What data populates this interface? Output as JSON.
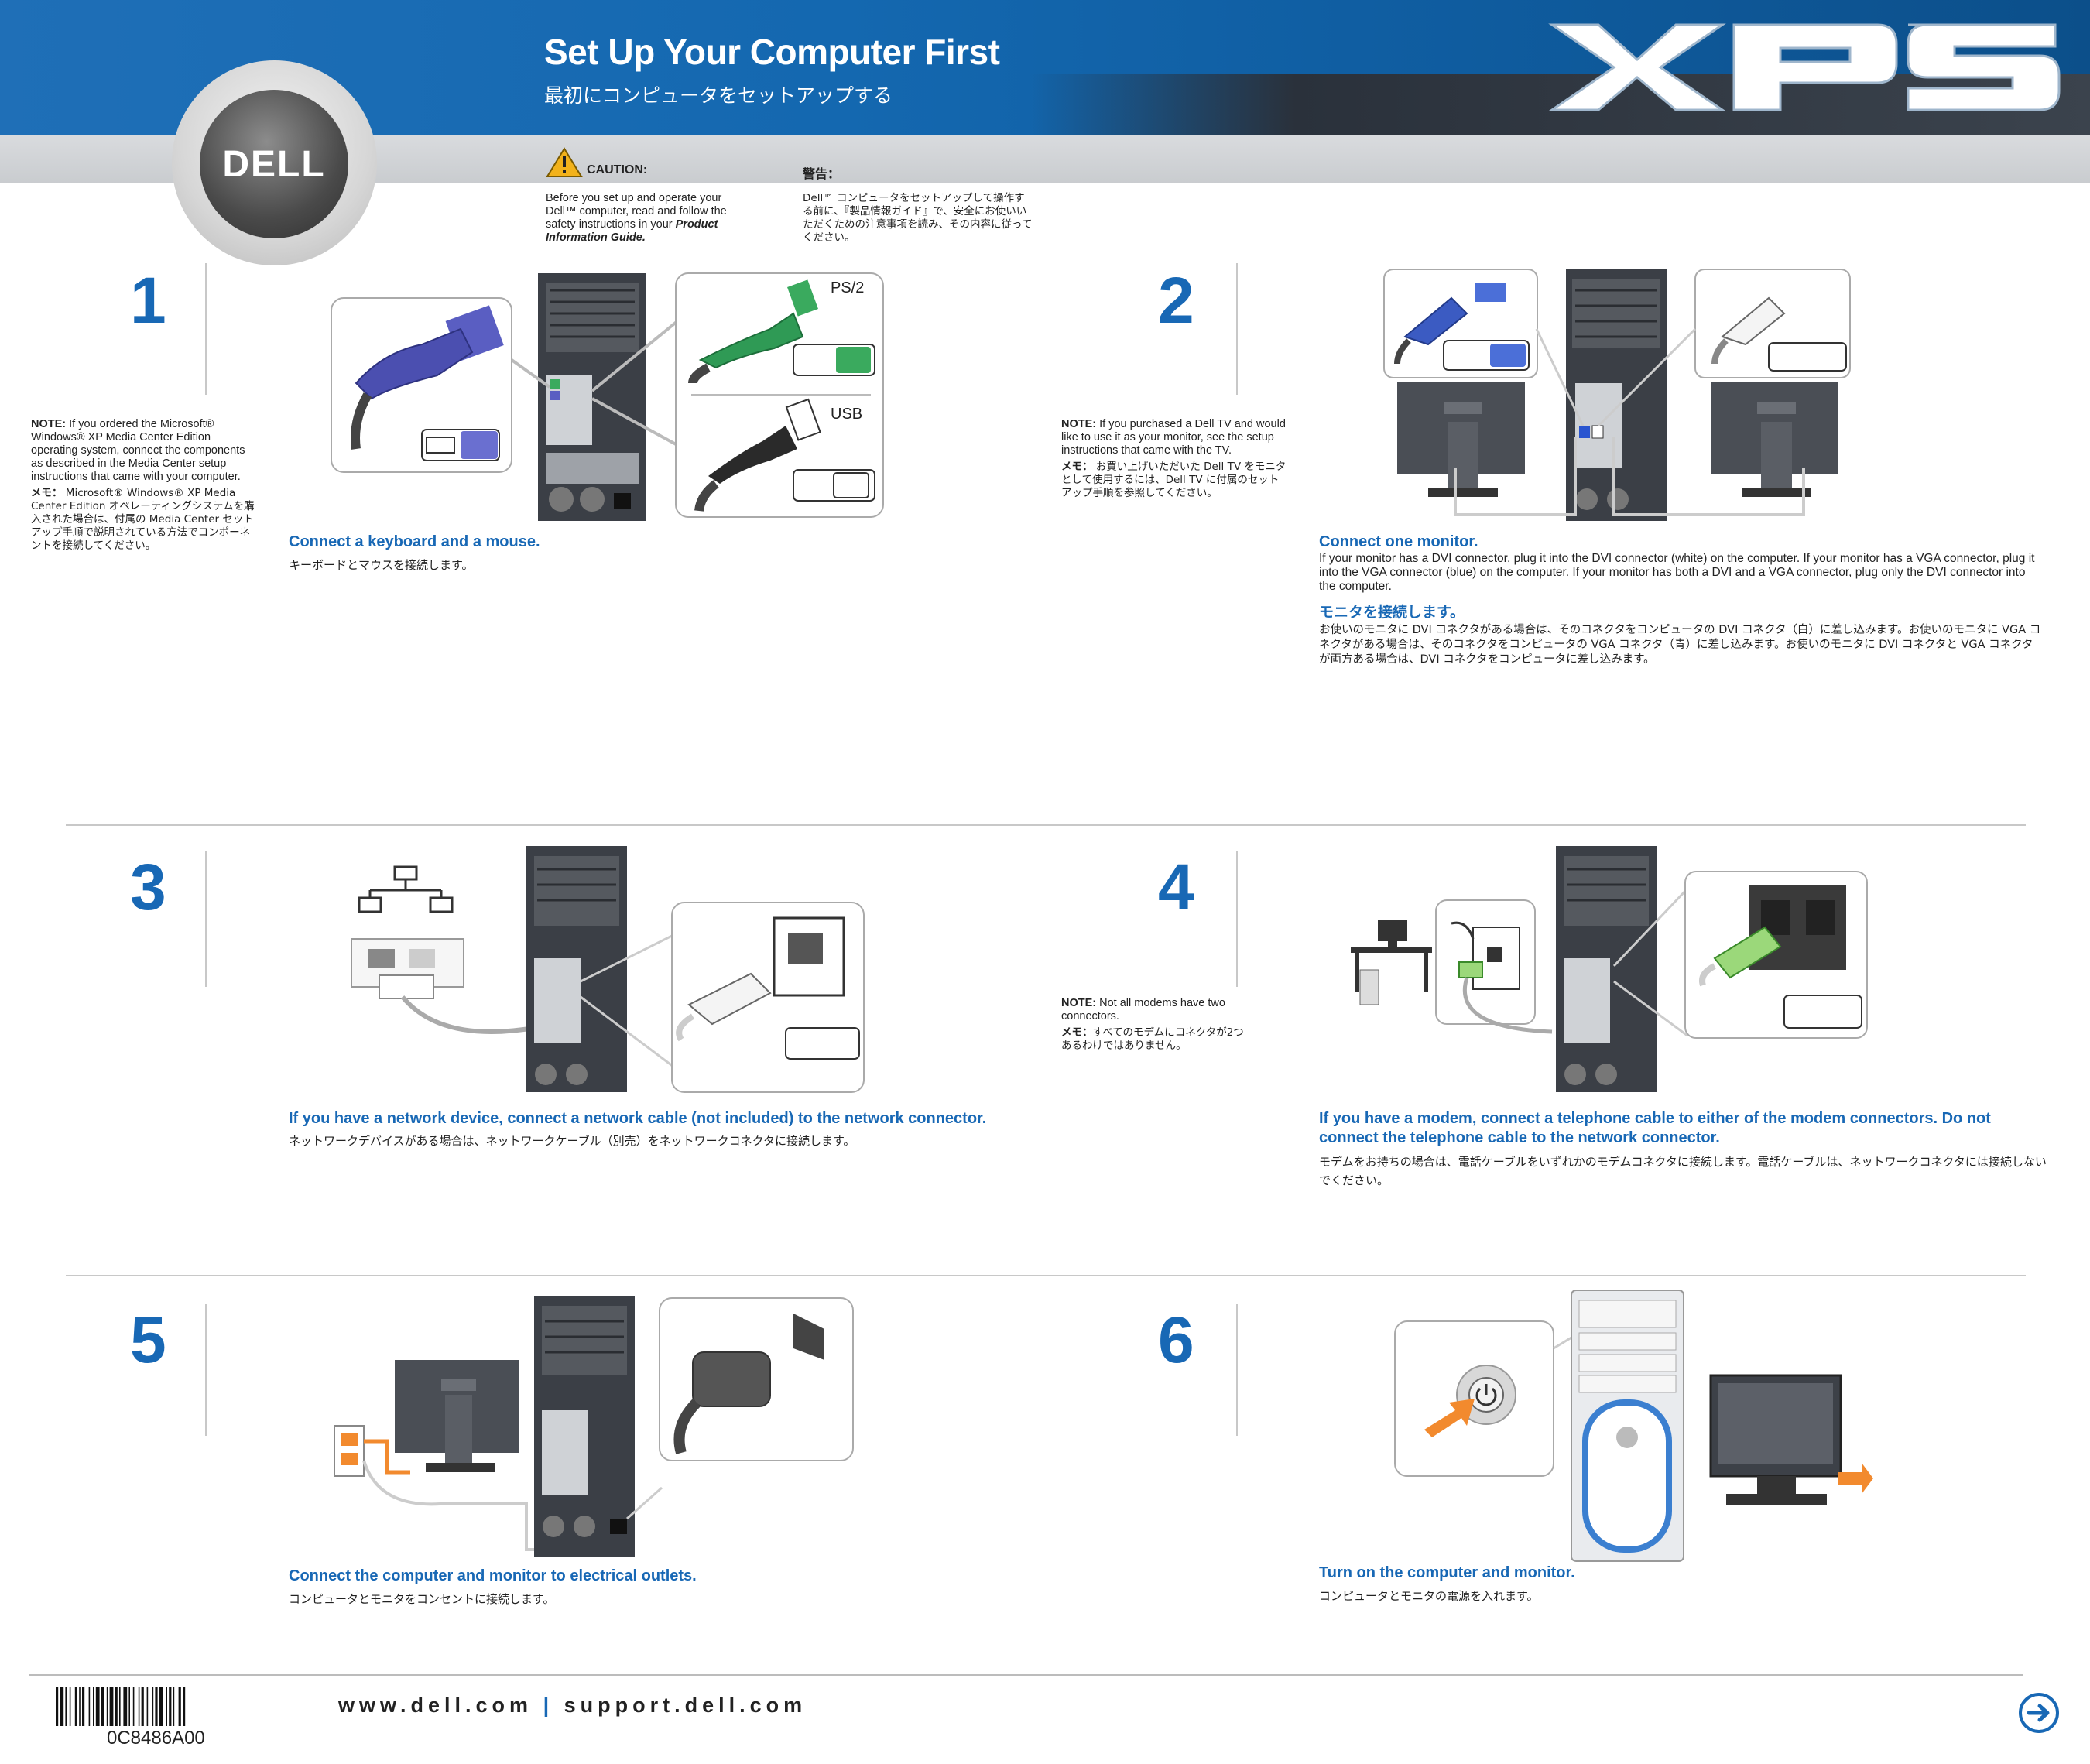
{
  "header": {
    "title": "Set Up Your Computer First",
    "subtitle": "最初にコンピュータをセットアップする",
    "logo": "DELL",
    "product_mark": "XPS"
  },
  "caution": {
    "label": "CAUTION:",
    "label_jp": "警告：",
    "text_en": "Before you set up and operate your Dell™ computer, read and follow the safety instructions in your",
    "text_en_guide": "Product Information Guide.",
    "text_jp": "Dell™ コンピュータをセットアップして操作する前に、『製品情報ガイド』で、安全にお使いいただくための注意事項を読み、その内容に従ってください。"
  },
  "steps": [
    {
      "number": "1",
      "note_label": "NOTE:",
      "note_en": "If you ordered the Microsoft® Windows® XP Media Center Edition operating system, connect the components as described in the Media Center setup instructions that came with your computer.",
      "note_jp_label": "メモ：",
      "note_jp": "Microsoft® Windows® XP Media Center Edition オペレーティングシステムを購入された場合は、付属の Media Center セットアップ手順で説明されている方法でコンポーネントを接続してください。",
      "caption": "Connect a keyboard and a mouse.",
      "caption_jp": "キーボードとマウスを接続します。",
      "labels": {
        "ps2": "PS/2",
        "usb": "USB"
      }
    },
    {
      "number": "2",
      "note_label": "NOTE:",
      "note_en": "If you purchased a Dell TV and would like to use it as your monitor, see the setup instructions that came with the TV.",
      "note_jp_label": "メモ：",
      "note_jp": "お買い上げいただいた Dell TV をモニタとして使用するには、Dell TV に付属のセットアップ手順を参照してください。",
      "caption": "Connect one monitor.",
      "body": "If your monitor has a DVI connector, plug it into the DVI connector (white) on the computer. If your monitor has a VGA connector, plug it into the VGA connector (blue) on the computer. If your monitor has both a DVI and a VGA connector, plug only the DVI connector into the computer.",
      "caption_jp": "モニタを接続します。",
      "body_jp": "お使いのモニタに DVI コネクタがある場合は、そのコネクタをコンピュータの DVI コネクタ（白）に差し込みます。お使いのモニタに VGA コネクタがある場合は、そのコネクタをコンピュータの VGA コネクタ（青）に差し込みます。お使いのモニタに DVI コネクタと VGA コネクタが両方ある場合は、DVI コネクタをコンピュータに差し込みます。"
    },
    {
      "number": "3",
      "caption": "If you have a network device, connect a network cable (not included) to the network connector.",
      "caption_jp": "ネットワークデバイスがある場合は、ネットワークケーブル（別売）をネットワークコネクタに接続します。"
    },
    {
      "number": "4",
      "note_label": "NOTE:",
      "note_en": "Not all modems have two connectors.",
      "note_jp_label": "メモ：",
      "note_jp": "すべてのモデムにコネクタが2つあるわけではありません。",
      "caption": "If you have a modem, connect a telephone cable to either of the modem connectors. Do not connect the telephone cable to the network connector.",
      "caption_jp": "モデムをお持ちの場合は、電話ケーブルをいずれかのモデムコネクタに接続します。電話ケーブルは、ネットワークコネクタには接続しないでください。"
    },
    {
      "number": "5",
      "caption": "Connect the computer and monitor to electrical outlets.",
      "caption_jp": "コンピュータとモニタをコンセントに接続します。"
    },
    {
      "number": "6",
      "caption": "Turn on the computer and monitor.",
      "caption_jp": "コンピュータとモニタの電源を入れます。"
    }
  ],
  "footer": {
    "barcode_text": "0C8486A00",
    "url_1": "www.dell.com",
    "separator": "|",
    "url_2": "support.dell.com",
    "next_icon": "arrow-right-icon"
  },
  "colors": {
    "accent": "#1868b5",
    "header_blue": "#1468b0",
    "orange": "#f28a2e"
  }
}
